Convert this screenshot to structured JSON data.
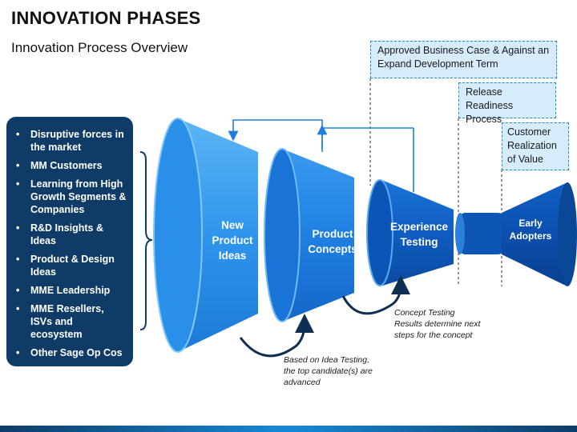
{
  "title": "INNOVATION PHASES",
  "subtitle": "Innovation Process Overview",
  "inputs": [
    "Disruptive forces in the market",
    "MM Customers",
    "Learning from High Growth Segments & Companies",
    "R&D Insights & Ideas",
    "Product & Design Ideas",
    "MME Leadership",
    "MME Resellers, ISVs and ecosystem",
    "Other Sage Op Cos"
  ],
  "bullet": "•",
  "stages": {
    "new_product_ideas": "New Product Ideas",
    "product_concepts": "Product Concepts",
    "experience_testing": "Experience Testing",
    "early_adopters": "Early Adopters"
  },
  "callouts": {
    "business_case": "Approved Business Case & Against an Expand Development Term",
    "release_readiness": "Release Readiness Process",
    "customer_realization": "Customer Realization of Value"
  },
  "notes": {
    "idea_testing": "Based on Idea Testing, the top candidate(s) are advanced",
    "concept_testing": "Concept Testing Results determine next steps for the concept"
  },
  "colors": {
    "panel": "#0f3c66",
    "funnel_light": "#4aaaf2",
    "funnel_mid": "#1f7fe0",
    "funnel_dark": "#0e56b8",
    "callout_fill": "#d6ecfb",
    "callout_border": "#1e88d6"
  }
}
